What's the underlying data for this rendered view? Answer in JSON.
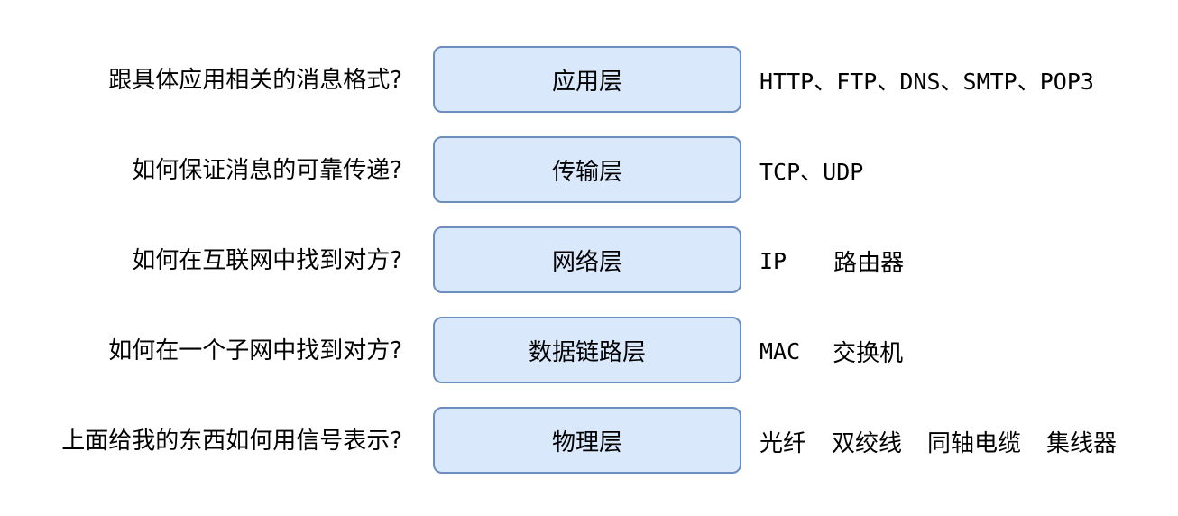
{
  "rows": [
    {
      "question": "跟具体应用相关的消息格式?",
      "layer": "应用层",
      "examples": [
        "HTTP、FTP、DNS、SMTP、POP3"
      ]
    },
    {
      "question": "如何保证消息的可靠传递?",
      "layer": "传输层",
      "examples": [
        "TCP、UDP"
      ]
    },
    {
      "question": "如何在互联网中找到对方?",
      "layer": "网络层",
      "examples": [
        "IP",
        "路由器"
      ]
    },
    {
      "question": "如何在一个子网中找到对方?",
      "layer": "数据链路层",
      "examples": [
        "MAC",
        "交换机"
      ]
    },
    {
      "question": "上面给我的东西如何用信号表示?",
      "layer": "物理层",
      "examples": [
        "光纤",
        "双绞线",
        "同轴电缆",
        "集线器"
      ]
    }
  ],
  "colors": {
    "box_fill": "#dae8fc",
    "box_stroke": "#6c8ebf",
    "text": "#000000"
  }
}
